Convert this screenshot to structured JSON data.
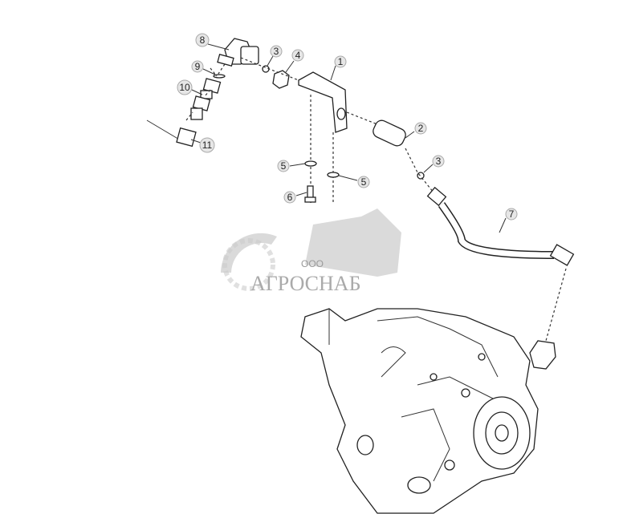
{
  "diagram": {
    "callouts": [
      {
        "id": "c8",
        "label": "8"
      },
      {
        "id": "c3a",
        "label": "3"
      },
      {
        "id": "c4",
        "label": "4"
      },
      {
        "id": "c1",
        "label": "1"
      },
      {
        "id": "c9",
        "label": "9"
      },
      {
        "id": "c10",
        "label": "10"
      },
      {
        "id": "c11",
        "label": "11"
      },
      {
        "id": "c2",
        "label": "2"
      },
      {
        "id": "c3b",
        "label": "3"
      },
      {
        "id": "c5a",
        "label": "5"
      },
      {
        "id": "c5b",
        "label": "5"
      },
      {
        "id": "c6",
        "label": "6"
      },
      {
        "id": "c7",
        "label": "7"
      }
    ]
  },
  "watermark": {
    "prefix": "ООО",
    "name": "АГРОСНАБ"
  }
}
